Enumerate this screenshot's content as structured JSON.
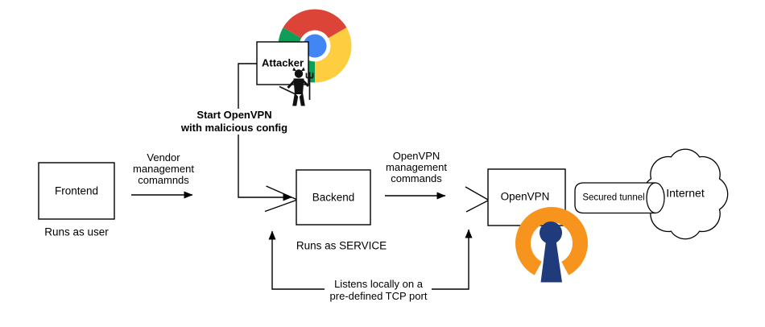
{
  "diagram": {
    "attacker_label": "Attacker",
    "malicious_config_label": "Start OpenVPN\nwith malicious config",
    "frontend_label": "Frontend",
    "frontend_caption": "Runs as user",
    "vendor_commands_label": "Vendor\nmanagement\ncomamnds",
    "backend_label": "Backend",
    "backend_caption": "Runs as SERVICE",
    "openvpn_commands_label": "OpenVPN\nmanagement\ncommands",
    "openvpn_label": "OpenVPN",
    "tunnel_label": "Secured tunnel",
    "internet_label": "Internet",
    "listens_label": "Listens locally on a\npre-defined TCP port"
  },
  "icons": {
    "chrome": "chrome-logo-icon",
    "devil": "devil-attacker-icon",
    "openvpn": "openvpn-logo-icon",
    "cloud": "internet-cloud-shape",
    "tunnel": "secured-tunnel-cylinder"
  },
  "colors": {
    "line": "#000000",
    "text": "#000000",
    "box_fill": "#ffffff",
    "chrome_red": "#DB4437",
    "chrome_yellow": "#FFCD40",
    "chrome_green": "#0F9D58",
    "chrome_blue": "#4285F4",
    "chrome_white": "#ffffff",
    "openvpn_orange": "#F7941D",
    "openvpn_navy": "#1F3B7C",
    "devil_black": "#111111"
  }
}
